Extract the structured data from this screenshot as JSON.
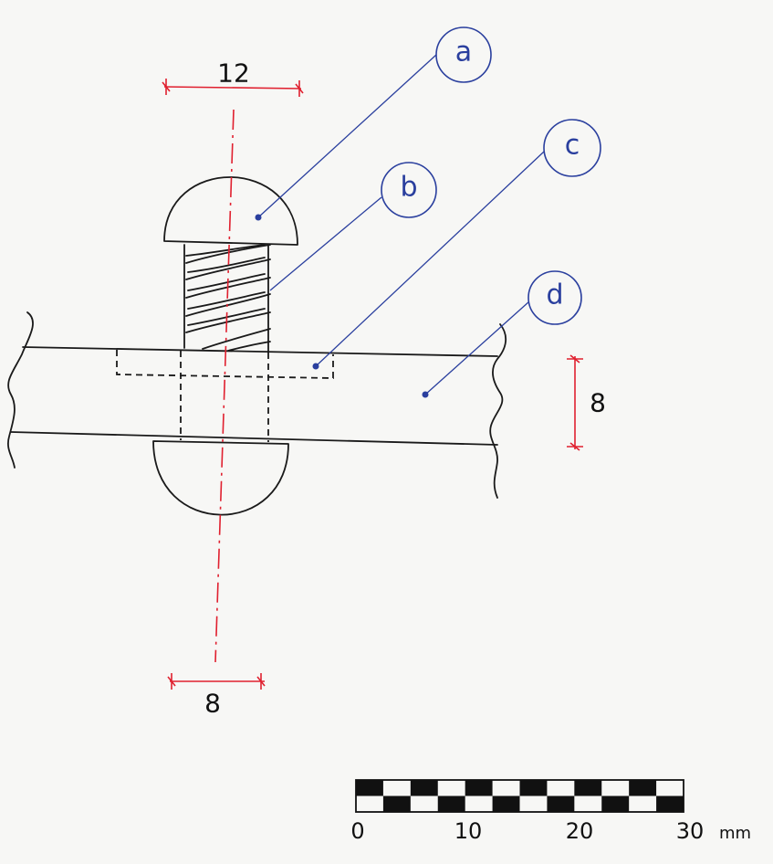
{
  "labels": {
    "a": "a",
    "b": "b",
    "c": "c",
    "d": "d"
  },
  "dimensions": {
    "head_diameter": "12",
    "shank_diameter": "8",
    "plate_thickness": "8"
  },
  "scale_bar": {
    "ticks": [
      "0",
      "10",
      "20",
      "30"
    ],
    "unit": "mm"
  },
  "colors": {
    "ink": "#1a1a1a",
    "dimension": "#e0202f",
    "callout": "#2a3f9e",
    "paper": "#f7f7f5"
  }
}
